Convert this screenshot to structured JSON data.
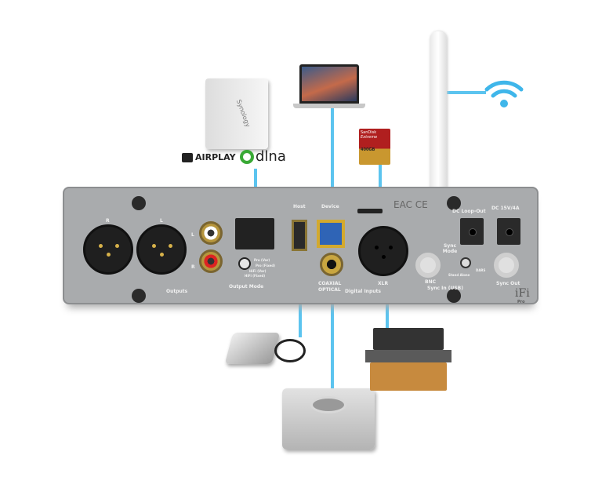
{
  "logos": {
    "airplay": "AIRPLAY",
    "dlna": "dlna",
    "synology": "Synology",
    "sandisk_brand": "SanDisk",
    "sandisk_line": "Extreme",
    "sandisk_capacity": "400GB"
  },
  "panel": {
    "outputs_R": "R",
    "outputs_L": "L",
    "rca_L": "L",
    "rca_R": "R",
    "outputs": "Outputs",
    "output_mode": "Output Mode",
    "modes": [
      "Pro (Var)",
      "Pro (Fixed)",
      "HiFi (Var)",
      "HiFi (Fixed)"
    ],
    "host": "Host",
    "device": "Device",
    "coaxial": "COAXIAL",
    "optical": "OPTICAL",
    "xlr": "XLR",
    "digital_inputs": "Digital Inputs",
    "cert": "EAC CE",
    "dc_loop": "DC Loop-Out",
    "dc_in": "DC 15V/4A",
    "sync_mode": "Sync Mode",
    "bnc": "BNC",
    "stand_alone": "Stand Alone",
    "dars": "DARS",
    "sync_in": "Sync In (USB)",
    "sync_out": "Sync Out",
    "brand": "iFi",
    "brand_sub": "Pro"
  },
  "colors": {
    "cable": "#5cc4ef",
    "panel": "#a9abad",
    "wifi": "#3fb6ea"
  }
}
